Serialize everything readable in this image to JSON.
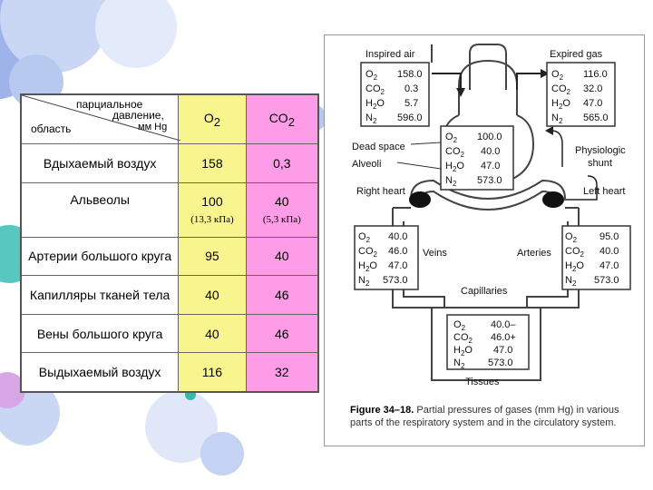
{
  "table": {
    "header": {
      "line1": "парциальное",
      "line2": "давление,",
      "unit": "мм Hg",
      "area": "область",
      "o2": "O",
      "o2_sub": "2",
      "co2": "CO",
      "co2_sub": "2"
    },
    "rows": [
      {
        "label": "Вдыхаемый воздух",
        "o2": "158",
        "co2": "0,3"
      },
      {
        "label": "Альвеолы",
        "o2": "100",
        "co2": "40",
        "o2_kpa": "(13,3 кПа)",
        "co2_kpa": "(5,3 кПа)"
      },
      {
        "label": "Артерии большого круга",
        "o2": "95",
        "co2": "40"
      },
      {
        "label": "Капилляры тканей тела",
        "o2": "40",
        "co2": "46"
      },
      {
        "label": "Вены большого круга",
        "o2": "40",
        "co2": "46"
      },
      {
        "label": "Выдыхаемый воздух",
        "o2": "116",
        "co2": "32"
      }
    ]
  },
  "figure": {
    "inspired_title": "Inspired air",
    "expired_title": "Expired gas",
    "inspired": {
      "o2": "158.0",
      "co2": "0.3",
      "h2o": "5.7",
      "n2": "596.0"
    },
    "expired": {
      "o2": "116.0",
      "co2": "32.0",
      "h2o": "47.0",
      "n2": "565.0"
    },
    "alveoli": {
      "o2": "100.0",
      "co2": "40.0",
      "h2o": "47.0",
      "n2": "573.0"
    },
    "veins": {
      "o2": "40.0",
      "co2": "46.0",
      "h2o": "47.0",
      "n2": "573.0"
    },
    "arteries": {
      "o2": "95.0",
      "co2": "40.0",
      "h2o": "47.0",
      "n2": "573.0"
    },
    "tissues": {
      "o2": "40.0–",
      "co2": "46.0+",
      "h2o": "47.0",
      "n2": "573.0"
    },
    "labels": {
      "dead_space": "Dead space",
      "alveoli": "Alveoli",
      "physiologic": "Physiologic",
      "shunt": "shunt",
      "right_heart": "Right heart",
      "left_heart": "Left heart",
      "veins": "Veins",
      "arteries": "Arteries",
      "capillaries": "Capillaries",
      "tissues": "Tissues"
    },
    "gas_names": {
      "o2": "O",
      "co2": "CO",
      "h2o": "H",
      "h2o_tail": "O",
      "n2": "N",
      "sub2": "2"
    },
    "caption_bold": "Figure 34–18.",
    "caption_text": "Partial pressures of gases (mm Hg) in various parts of the respiratory system and in the circulatory system."
  },
  "colors": {
    "o2_column": "#f8f58e",
    "co2_column": "#ff9ce8",
    "bubble": "#8fa8e6"
  }
}
